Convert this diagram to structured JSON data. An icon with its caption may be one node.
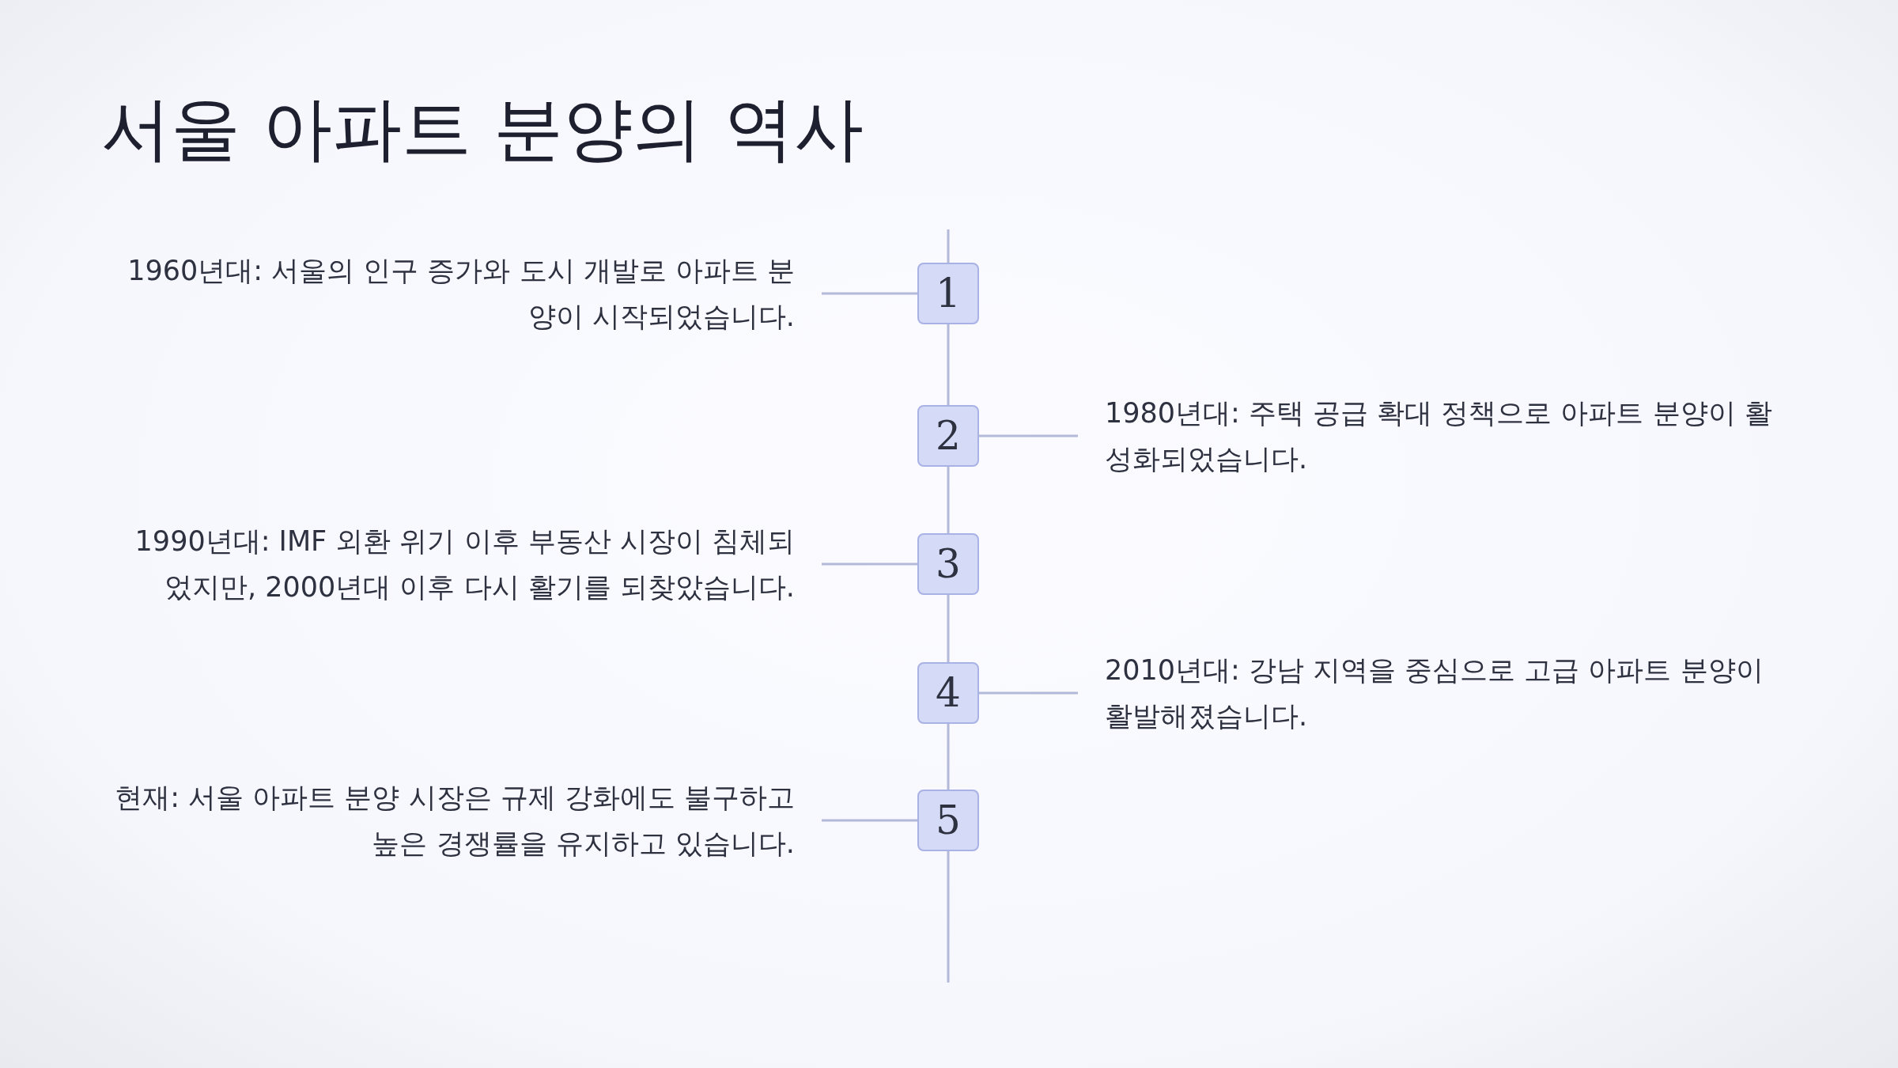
{
  "diagram": {
    "title": "서울 아파트 분양의 역사",
    "nodes": [
      {
        "text": [
          "1960년대: 서울의 인구 증가와 도시 개발로 아파트 분양이 시작되었습니다."
        ]
      },
      {
        "text": [
          "1"
        ]
      },
      {
        "text": [
          "2"
        ]
      },
      {
        "text": [
          "1980년대: 주택 공급 확대 정책으로 아파트 분양이 활성화되었습니다."
        ]
      },
      {
        "text": [
          "1990년대: IMF 외환 위기 이후 부동산 시장이 침체되었지만, 2000년대 이후 다시 활기를 되찾았습니다."
        ]
      },
      {
        "text": [
          "3"
        ]
      },
      {
        "text": [
          "4"
        ]
      },
      {
        "text": [
          "2010년대: 강남 지역을 중심으로 고급 아파트 분양이 활발해졌습니다."
        ]
      },
      {
        "text": [
          "현재: 서울 아파트 분양 시장은 규제 강화에도 불구하고 높은 경쟁률을 유지하고 있습니다."
        ]
      },
      {
        "text": [
          "5"
        ]
      }
    ],
    "edges": [
      {
        "from": 0,
        "to": 1,
        "arrow": "none"
      },
      {
        "from": 2,
        "to": 3,
        "arrow": "none"
      },
      {
        "from": 4,
        "to": 5,
        "arrow": "none"
      },
      {
        "from": 6,
        "to": 7,
        "arrow": "none"
      },
      {
        "from": 8,
        "to": 9,
        "arrow": "none"
      },
      {
        "from": 1,
        "to": 2,
        "arrow": "none"
      },
      {
        "from": 2,
        "to": 5,
        "arrow": "none"
      },
      {
        "from": 5,
        "to": 6,
        "arrow": "none"
      },
      {
        "from": 6,
        "to": 9,
        "arrow": "none"
      }
    ]
  }
}
